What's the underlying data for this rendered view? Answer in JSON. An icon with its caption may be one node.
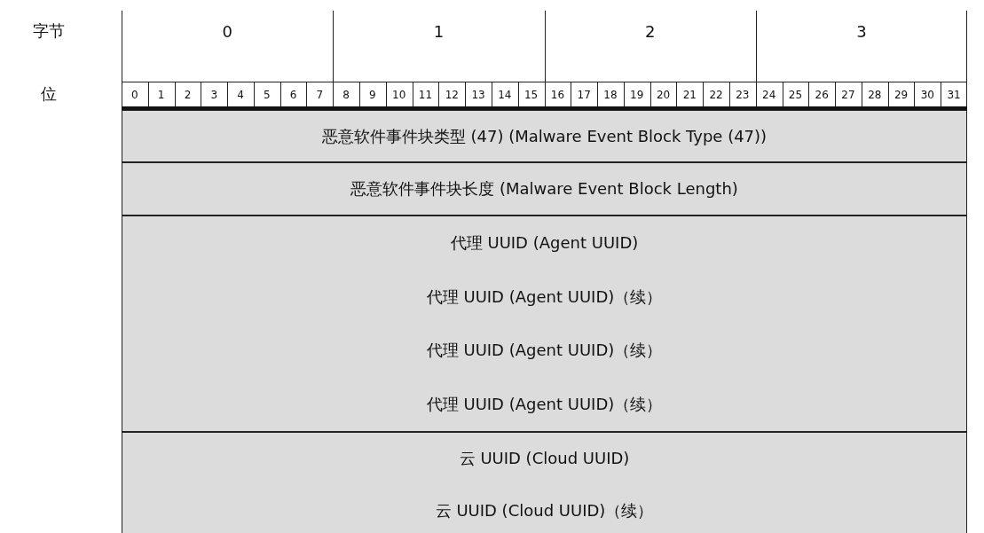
{
  "diagram": {
    "nodes": [
      {
        "text": [
          "恶意软件事件块类型 (47) (Malware Event Block Type (47))"
        ]
      },
      {
        "text": [
          "恶意软件事件块长度 (Malware Event Block Length)"
        ]
      },
      {
        "text": [
          "代理 UUID (Agent UUID)",
          "代理 UUID (Agent UUID)（续）",
          "代理 UUID (Agent UUID)（续）",
          "代理 UUID (Agent UUID)（续）"
        ]
      },
      {
        "text": [
          "云 UUID (Cloud UUID)",
          "云 UUID (Cloud UUID)（续）"
        ]
      }
    ],
    "labels": [
      "字节",
      "0",
      "1",
      "2",
      "3",
      "位",
      "0",
      "1",
      "2",
      "3",
      "4",
      "5",
      "6",
      "7",
      "8",
      "9",
      "10",
      "11",
      "12",
      "13",
      "14",
      "15",
      "16",
      "17",
      "18",
      "19",
      "20",
      "21",
      "22",
      "23",
      "24",
      "25",
      "26",
      "27",
      "28",
      "29",
      "30",
      "31"
    ]
  }
}
